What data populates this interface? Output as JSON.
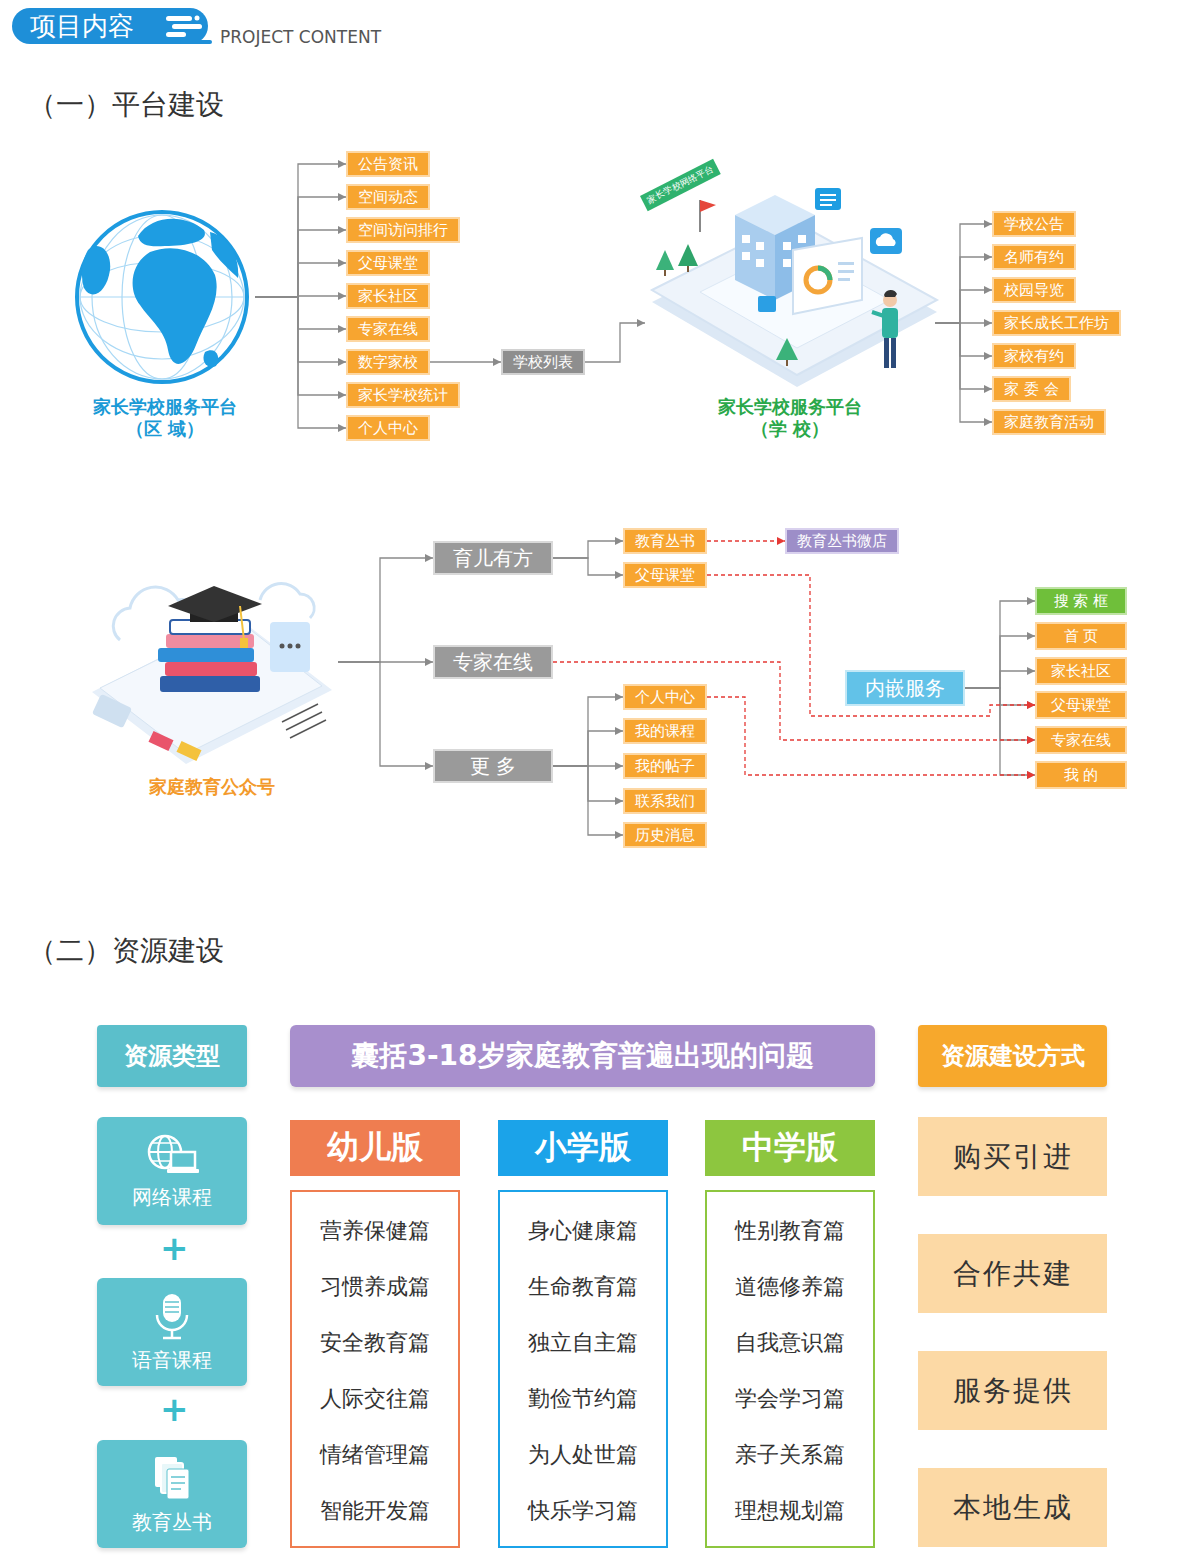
{
  "diagram": {
    "title": "项目内容",
    "nodes": [
      {
        "text": [
          "家长学校服务平台 （区 域）"
        ]
      },
      {
        "text": [
          "公告资讯"
        ]
      },
      {
        "text": [
          "空间动态"
        ]
      },
      {
        "text": [
          "空间访问排行"
        ]
      },
      {
        "text": [
          "父母课堂"
        ]
      },
      {
        "text": [
          "家长社区"
        ]
      },
      {
        "text": [
          "专家在线"
        ]
      },
      {
        "text": [
          "数字家校"
        ]
      },
      {
        "text": [
          "家长学校统计"
        ]
      },
      {
        "text": [
          "个人中心"
        ]
      },
      {
        "text": [
          "学校列表"
        ]
      },
      {
        "text": [
          "家长学校服务平台 （学 校）"
        ]
      },
      {
        "text": [
          "学校公告"
        ]
      },
      {
        "text": [
          "名师有约"
        ]
      },
      {
        "text": [
          "校园导览"
        ]
      },
      {
        "text": [
          "家长成长工作坊"
        ]
      },
      {
        "text": [
          "家校有约"
        ]
      },
      {
        "text": [
          "家 委 会"
        ]
      },
      {
        "text": [
          "家庭教育活动"
        ]
      },
      {
        "text": [
          "家庭教育公众号"
        ]
      },
      {
        "text": [
          "育儿有方"
        ]
      },
      {
        "text": [
          "专家在线"
        ]
      },
      {
        "text": [
          "更 多"
        ]
      },
      {
        "text": [
          "教育丛书"
        ]
      },
      {
        "text": [
          "父母课堂"
        ]
      },
      {
        "text": [
          "教育丛书微店"
        ]
      },
      {
        "text": [
          "个人中心"
        ]
      },
      {
        "text": [
          "我的课程"
        ]
      },
      {
        "text": [
          "我的帖子"
        ]
      },
      {
        "text": [
          "联系我们"
        ]
      },
      {
        "text": [
          "历史消息"
        ]
      },
      {
        "text": [
          "内嵌服务"
        ]
      },
      {
        "text": [
          "搜 索 框"
        ]
      },
      {
        "text": [
          "首 页"
        ]
      },
      {
        "text": [
          "家长社区"
        ]
      },
      {
        "text": [
          "父母课堂"
        ]
      },
      {
        "text": [
          "专家在线"
        ]
      },
      {
        "text": [
          "我 的"
        ]
      },
      {
        "text": [
          "资源类型"
        ]
      },
      {
        "text": [
          "网络课程"
        ]
      },
      {
        "text": [
          "语音课程"
        ]
      },
      {
        "text": [
          "教育丛书"
        ]
      },
      {
        "text": [
          "囊括3-18岁家庭教育普遍出现的问题"
        ]
      },
      {
        "text": [
          "幼儿版"
        ]
      },
      {
        "text": [
          "营养保健篇",
          "习惯养成篇",
          "安全教育篇",
          "人际交往篇",
          "情绪管理篇",
          "智能开发篇"
        ]
      },
      {
        "text": [
          "小学版"
        ]
      },
      {
        "text": [
          "身心健康篇",
          "生命教育篇",
          "独立自主篇",
          "勤俭节约篇",
          "为人处世篇",
          "快乐学习篇"
        ]
      },
      {
        "text": [
          "中学版"
        ]
      },
      {
        "text": [
          "性别教育篇",
          "道德修养篇",
          "自我意识篇",
          "学会学习篇",
          "亲子关系篇",
          "理想规划篇"
        ]
      },
      {
        "text": [
          "资源建设方式"
        ]
      },
      {
        "text": [
          "购买引进"
        ]
      },
      {
        "text": [
          "合作共建"
        ]
      },
      {
        "text": [
          "服务提供"
        ]
      },
      {
        "text": [
          "本地生成"
        ]
      }
    ],
    "edges": [
      {
        "from": 0,
        "to": 1,
        "arrow": "to"
      },
      {
        "from": 0,
        "to": 2,
        "arrow": "to"
      },
      {
        "from": 0,
        "to": 3,
        "arrow": "to"
      },
      {
        "from": 0,
        "to": 4,
        "arrow": "to"
      },
      {
        "from": 0,
        "to": 5,
        "arrow": "to"
      },
      {
        "from": 0,
        "to": 6,
        "arrow": "to"
      },
      {
        "from": 0,
        "to": 7,
        "arrow": "to"
      },
      {
        "from": 0,
        "to": 8,
        "arrow": "to"
      },
      {
        "from": 0,
        "to": 9,
        "arrow": "to"
      },
      {
        "from": 7,
        "to": 10,
        "arrow": "to"
      },
      {
        "from": 10,
        "to": 11,
        "arrow": "to"
      },
      {
        "from": 11,
        "to": 12,
        "arrow": "to"
      },
      {
        "from": 11,
        "to": 13,
        "arrow": "to"
      },
      {
        "from": 11,
        "to": 14,
        "arrow": "to"
      },
      {
        "from": 11,
        "to": 15,
        "arrow": "to"
      },
      {
        "from": 11,
        "to": 16,
        "arrow": "to"
      },
      {
        "from": 11,
        "to": 17,
        "arrow": "to"
      },
      {
        "from": 11,
        "to": 18,
        "arrow": "to"
      },
      {
        "from": 19,
        "to": 20,
        "arrow": "to"
      },
      {
        "from": 19,
        "to": 21,
        "arrow": "to"
      },
      {
        "from": 19,
        "to": 22,
        "arrow": "to"
      },
      {
        "from": 20,
        "to": 23,
        "arrow": "to"
      },
      {
        "from": 20,
        "to": 24,
        "arrow": "to"
      },
      {
        "from": 23,
        "to": 25,
        "arrow": "to"
      },
      {
        "from": 22,
        "to": 26,
        "arrow": "to"
      },
      {
        "from": 22,
        "to": 27,
        "arrow": "to"
      },
      {
        "from": 22,
        "to": 28,
        "arrow": "to"
      },
      {
        "from": 22,
        "to": 29,
        "arrow": "to"
      },
      {
        "from": 22,
        "to": 30,
        "arrow": "to"
      },
      {
        "from": 31,
        "to": 32,
        "arrow": "to"
      },
      {
        "from": 31,
        "to": 33,
        "arrow": "to"
      },
      {
        "from": 31,
        "to": 34,
        "arrow": "to"
      },
      {
        "from": 31,
        "to": 35,
        "arrow": "to"
      },
      {
        "from": 31,
        "to": 36,
        "arrow": "to"
      },
      {
        "from": 31,
        "to": 37,
        "arrow": "to"
      },
      {
        "from": 24,
        "to": 35,
        "arrow": "to"
      },
      {
        "from": 21,
        "to": 36,
        "arrow": "to"
      },
      {
        "from": 26,
        "to": 37,
        "arrow": "to"
      }
    ],
    "labels": [
      "PROJECT CONTENT",
      "（一）平台建设",
      "家长学校网络平台",
      "（二）资源建设",
      "+",
      "+"
    ]
  }
}
